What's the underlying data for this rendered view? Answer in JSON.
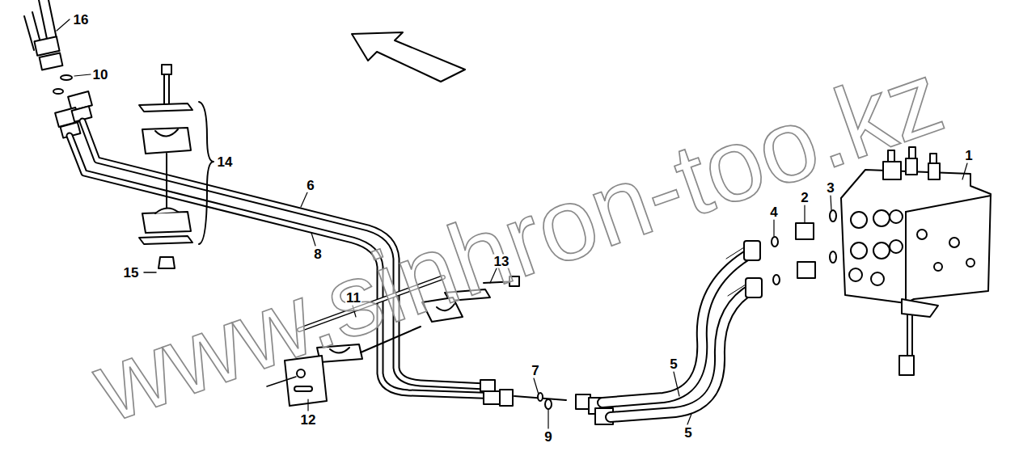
{
  "diagram": {
    "labels": [
      "16",
      "10",
      "14",
      "6",
      "8",
      "15",
      "13",
      "11",
      "12",
      "7",
      "9",
      "5",
      "5",
      "4",
      "2",
      "3",
      "1",
      "www.sinhron-too.kz"
    ]
  }
}
